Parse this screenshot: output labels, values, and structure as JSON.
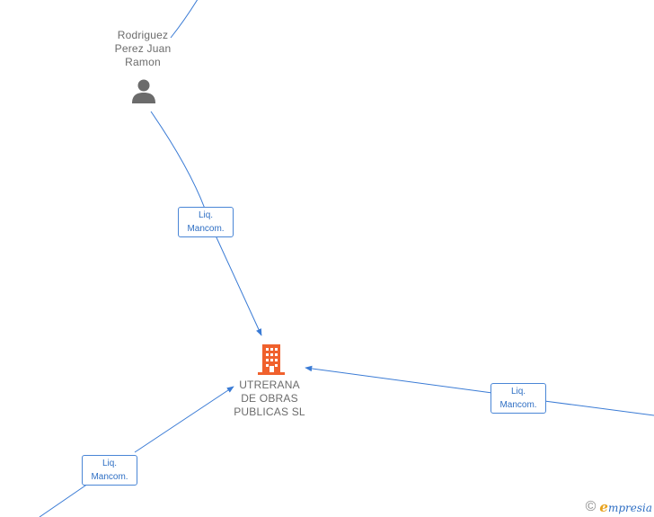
{
  "nodes": {
    "person": {
      "name_lines": [
        "Rodriguez",
        "Perez Juan",
        "Ramon"
      ],
      "icon": "person-icon"
    },
    "company": {
      "name_lines": [
        "UTRERANA",
        "DE OBRAS",
        "PUBLICAS SL"
      ],
      "icon": "building-icon"
    }
  },
  "edges": [
    {
      "id": "edge-person-company",
      "label_lines": [
        "Liq.",
        "Mancom."
      ]
    },
    {
      "id": "edge-right-company",
      "label_lines": [
        "Liq.",
        "Mancom."
      ]
    },
    {
      "id": "edge-bottom-left-company",
      "label_lines": [
        "Liq.",
        "Mancom."
      ]
    }
  ],
  "watermark": {
    "symbol": "©",
    "brand_initial": "e",
    "brand_rest": "mpresia"
  },
  "colors": {
    "edge": "#3a7bd5",
    "company_icon": "#f0612d",
    "person_icon": "#6b6b6b",
    "badge_border": "#4a86d6",
    "label_text": "#6b6b6b"
  }
}
